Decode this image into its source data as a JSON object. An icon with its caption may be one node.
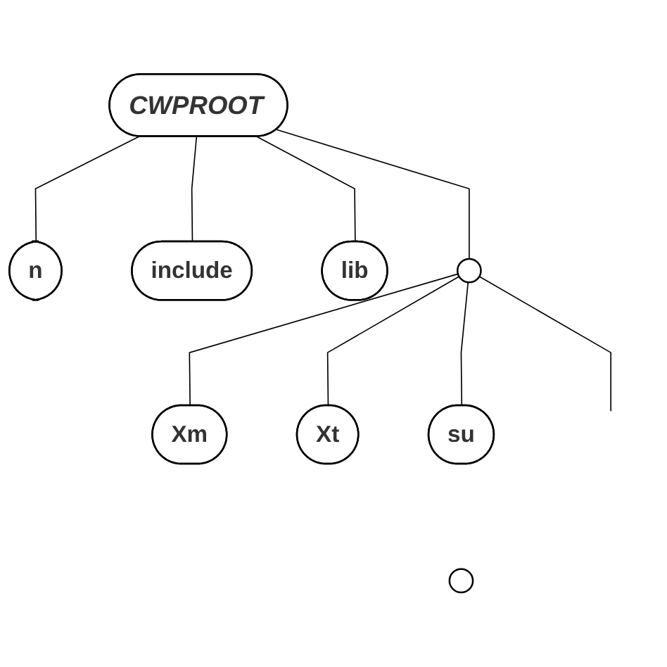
{
  "diagram": {
    "nodes": [
      {
        "text": [
          "CWPROOT"
        ]
      },
      {
        "text": [
          "n"
        ]
      },
      {
        "text": [
          "include"
        ]
      },
      {
        "text": [
          "lib"
        ]
      },
      {
        "text": [],
        "shape": "circle"
      },
      {
        "text": [
          "Xm"
        ]
      },
      {
        "text": [
          "Xt"
        ]
      },
      {
        "text": [
          "su"
        ]
      },
      {
        "text": [],
        "shape": "circle"
      }
    ],
    "edges": [
      {
        "from": 0,
        "to": 1,
        "arrow": "none"
      },
      {
        "from": 0,
        "to": 2,
        "arrow": "none"
      },
      {
        "from": 0,
        "to": 3,
        "arrow": "none"
      },
      {
        "from": 0,
        "to": 4,
        "arrow": "none"
      },
      {
        "from": 4,
        "to": null,
        "arrow": "none"
      },
      {
        "from": 4,
        "to": 5,
        "arrow": "none"
      },
      {
        "from": 4,
        "to": 6,
        "arrow": "none"
      },
      {
        "from": 4,
        "to": 7,
        "arrow": "none"
      }
    ]
  }
}
